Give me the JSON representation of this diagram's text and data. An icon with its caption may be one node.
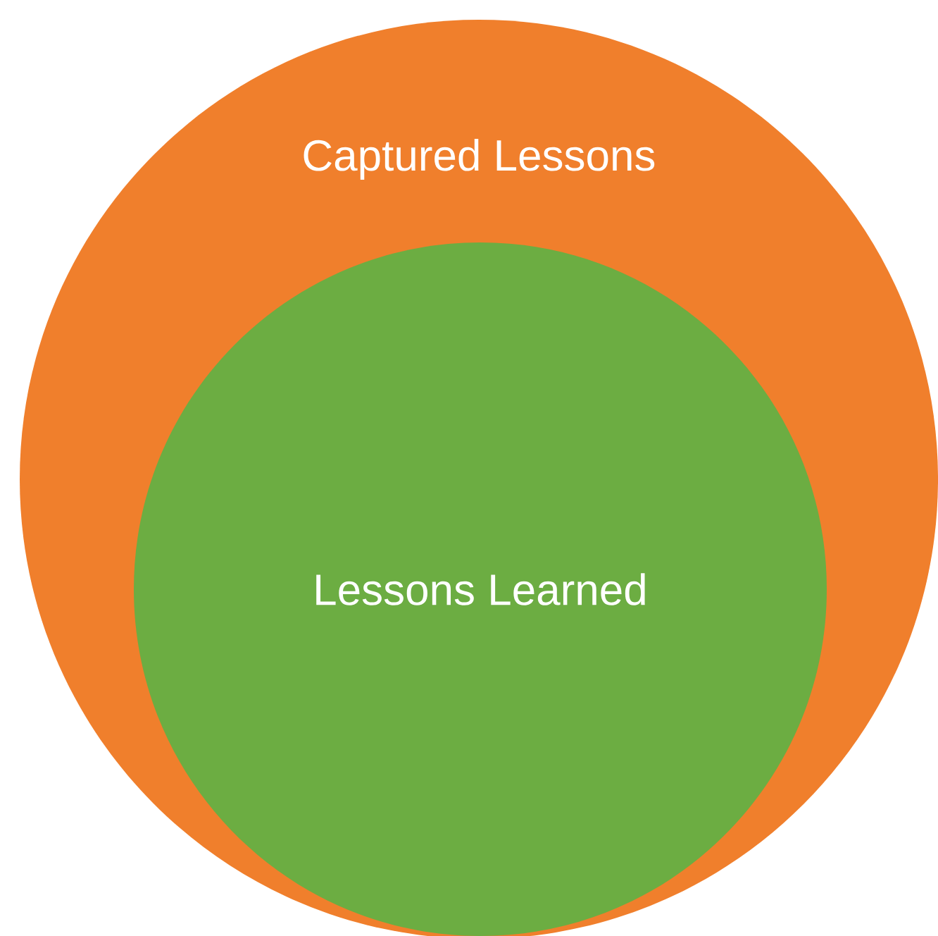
{
  "diagram": {
    "nodes": [
      {
        "text": [
          "Captured Lessons"
        ]
      },
      {
        "text": [
          "Lessons Learned"
        ],
        "in": 0
      }
    ]
  }
}
